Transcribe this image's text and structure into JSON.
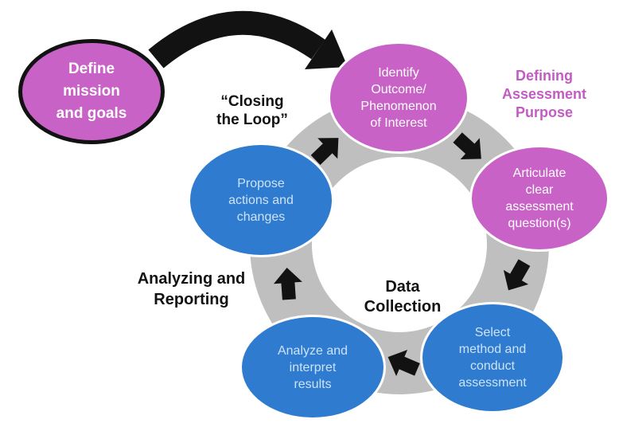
{
  "colors": {
    "magenta": "#C862C6",
    "magenta_text": "#C25BC2",
    "blue": "#2E7BCF",
    "blue_node_text": "#CDE3F7",
    "ring_gray": "#BFBFBF",
    "ink": "#121212"
  },
  "start_node": {
    "lines": [
      "Define",
      "mission",
      "and goals"
    ]
  },
  "cycle_nodes": {
    "identify": {
      "lines": [
        "Identify",
        "Outcome/",
        "Phenomenon",
        "of Interest"
      ]
    },
    "articulate": {
      "lines": [
        "Articulate",
        "clear",
        "assessment",
        "question(s)"
      ]
    },
    "select": {
      "lines": [
        "Select",
        "method and",
        "conduct",
        "assessment"
      ]
    },
    "analyze": {
      "lines": [
        "Analyze and",
        "interpret",
        "results"
      ]
    },
    "propose": {
      "lines": [
        "Propose",
        "actions and",
        "changes"
      ]
    }
  },
  "labels": {
    "defining_assessment_purpose": {
      "lines": [
        "Defining",
        "Assessment",
        "Purpose"
      ]
    },
    "closing_the_loop": {
      "lines": [
        "“Closing",
        "the Loop”"
      ]
    },
    "analyzing_and_reporting": {
      "lines": [
        "Analyzing and",
        "Reporting"
      ]
    },
    "data_collection": {
      "lines": [
        "Data",
        "Collection"
      ]
    }
  }
}
